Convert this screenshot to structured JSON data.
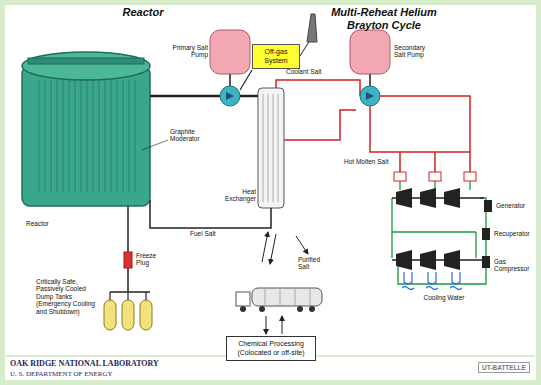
{
  "diagram": {
    "nodes": [
      {
        "text": [
          "Off-gas System"
        ]
      },
      {
        "text": [
          "Chemical Processing (Colocated or off-site)"
        ]
      }
    ],
    "labels": [
      "Reactor",
      "Multi-Reheat Helium Brayton Cycle",
      "Primary Salt Pump",
      "Secondary Salt Pump",
      "Coolant Salt",
      "Graphite Moderator",
      "Heat Exchanger",
      "Hot Molten Salt",
      "Generator",
      "Recuperator",
      "Gas Compressor",
      "Cooling Water",
      "Reactor",
      "Fuel Salt",
      "Purified Salt",
      "Freeze Plug",
      "Critically Safe, Passively Cooled Dump Tanks (Emergency Cooling and Shutdown)",
      "OAK RIDGE NATIONAL LABORATORY",
      "U. S. DEPARTMENT OF ENERGY",
      "UT-BATTELLE"
    ]
  }
}
